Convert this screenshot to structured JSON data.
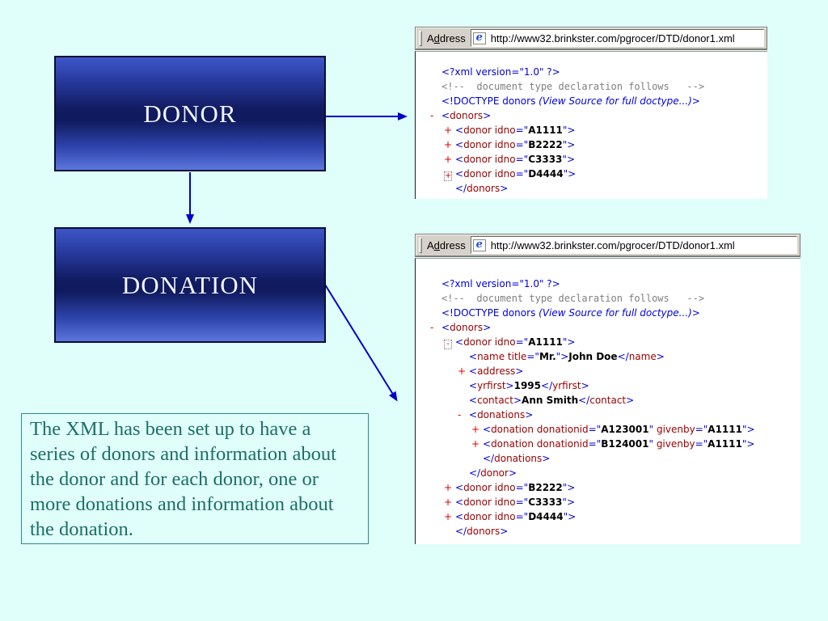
{
  "colors": {
    "slide_bg": "#E0FEFA",
    "arrow": "#0000C8",
    "xml_blue": "#0000D8",
    "xml_maroon": "#990000",
    "xml_red": "#DD0000",
    "xml_gray": "#7F7F7F",
    "note_text": "#1C6F67",
    "note_border": "#2E8B85"
  },
  "diagram": {
    "boxes": [
      {
        "id": "donor",
        "label": "DONOR"
      },
      {
        "id": "donation",
        "label": "DONATION"
      }
    ]
  },
  "note": {
    "text": "The XML has been set up to have a series of donors and information about the donor and for each donor, one or more donations and information about the donation."
  },
  "windows": [
    {
      "address": {
        "pre": "A",
        "accel": "d",
        "post": "dress"
      },
      "icon": "internet-explorer-logo-icon",
      "icon_glyph": "e",
      "url": "http://www32.brinkster.com/pgrocer/DTD/donor1.xml",
      "xml_lines": [
        {
          "lvl": 0,
          "marker": null,
          "segs": [
            {
              "c": "b",
              "t": "<?xml version=\"1.0\" ?>"
            }
          ]
        },
        {
          "lvl": 0,
          "marker": null,
          "segs": [
            {
              "c": "g",
              "t": "<!--  document type declaration follows   -->"
            }
          ]
        },
        {
          "lvl": 0,
          "marker": null,
          "segs": [
            {
              "c": "b",
              "t": "<!DOCTYPE donors "
            },
            {
              "c": "bi",
              "t": "(View Source for full doctype...)"
            },
            {
              "c": "b",
              "t": ">"
            }
          ]
        },
        {
          "lvl": 0,
          "marker": "-",
          "segs": [
            {
              "c": "b",
              "t": "<"
            },
            {
              "c": "m",
              "t": "donors"
            },
            {
              "c": "b",
              "t": ">"
            }
          ]
        },
        {
          "lvl": 1,
          "marker": "+",
          "segs": [
            {
              "c": "b",
              "t": "<"
            },
            {
              "c": "m",
              "t": "donor idno"
            },
            {
              "c": "b",
              "t": "=\""
            },
            {
              "c": "k",
              "t": "A1111"
            },
            {
              "c": "b",
              "t": "\">"
            }
          ]
        },
        {
          "lvl": 1,
          "marker": "+",
          "segs": [
            {
              "c": "b",
              "t": "<"
            },
            {
              "c": "m",
              "t": "donor idno"
            },
            {
              "c": "b",
              "t": "=\""
            },
            {
              "c": "k",
              "t": "B2222"
            },
            {
              "c": "b",
              "t": "\">"
            }
          ]
        },
        {
          "lvl": 1,
          "marker": "+",
          "segs": [
            {
              "c": "b",
              "t": "<"
            },
            {
              "c": "m",
              "t": "donor idno"
            },
            {
              "c": "b",
              "t": "=\""
            },
            {
              "c": "k",
              "t": "C3333"
            },
            {
              "c": "b",
              "t": "\">"
            }
          ]
        },
        {
          "lvl": 1,
          "marker": "+box",
          "segs": [
            {
              "c": "b",
              "t": "<"
            },
            {
              "c": "m",
              "t": "donor idno"
            },
            {
              "c": "b",
              "t": "=\""
            },
            {
              "c": "k",
              "t": "D4444"
            },
            {
              "c": "b",
              "t": "\">"
            }
          ]
        },
        {
          "lvl": 1,
          "marker": null,
          "segs": [
            {
              "c": "b",
              "t": "</"
            },
            {
              "c": "m",
              "t": "donors"
            },
            {
              "c": "b",
              "t": ">"
            }
          ]
        }
      ]
    },
    {
      "address": {
        "pre": "A",
        "accel": "d",
        "post": "dress"
      },
      "icon": "internet-explorer-logo-icon",
      "icon_glyph": "e",
      "url": "http://www32.brinkster.com/pgrocer/DTD/donor1.xml",
      "xml_lines": [
        {
          "lvl": 0,
          "marker": null,
          "segs": [
            {
              "c": "b",
              "t": "<?xml version=\"1.0\" ?>"
            }
          ]
        },
        {
          "lvl": 0,
          "marker": null,
          "segs": [
            {
              "c": "g",
              "t": "<!--  document type declaration follows   -->"
            }
          ]
        },
        {
          "lvl": 0,
          "marker": null,
          "segs": [
            {
              "c": "b",
              "t": "<!DOCTYPE donors "
            },
            {
              "c": "bi",
              "t": "(View Source for full doctype...)"
            },
            {
              "c": "b",
              "t": ">"
            }
          ]
        },
        {
          "lvl": 0,
          "marker": "-",
          "segs": [
            {
              "c": "b",
              "t": "<"
            },
            {
              "c": "m",
              "t": "donors"
            },
            {
              "c": "b",
              "t": ">"
            }
          ]
        },
        {
          "lvl": 1,
          "marker": "-box",
          "segs": [
            {
              "c": "b",
              "t": "<"
            },
            {
              "c": "m",
              "t": "donor idno"
            },
            {
              "c": "b",
              "t": "=\""
            },
            {
              "c": "k",
              "t": "A1111"
            },
            {
              "c": "b",
              "t": "\">"
            }
          ]
        },
        {
          "lvl": 2,
          "marker": null,
          "segs": [
            {
              "c": "b",
              "t": "<"
            },
            {
              "c": "m",
              "t": "name title"
            },
            {
              "c": "b",
              "t": "=\""
            },
            {
              "c": "k",
              "t": "Mr."
            },
            {
              "c": "b",
              "t": "\">"
            },
            {
              "c": "k",
              "t": "John Doe"
            },
            {
              "c": "b",
              "t": "</"
            },
            {
              "c": "m",
              "t": "name"
            },
            {
              "c": "b",
              "t": ">"
            }
          ]
        },
        {
          "lvl": 2,
          "marker": "+",
          "segs": [
            {
              "c": "b",
              "t": "<"
            },
            {
              "c": "m",
              "t": "address"
            },
            {
              "c": "b",
              "t": ">"
            }
          ]
        },
        {
          "lvl": 2,
          "marker": null,
          "segs": [
            {
              "c": "b",
              "t": "<"
            },
            {
              "c": "m",
              "t": "yrfirst"
            },
            {
              "c": "b",
              "t": ">"
            },
            {
              "c": "k",
              "t": "1995"
            },
            {
              "c": "b",
              "t": "</"
            },
            {
              "c": "m",
              "t": "yrfirst"
            },
            {
              "c": "b",
              "t": ">"
            }
          ]
        },
        {
          "lvl": 2,
          "marker": null,
          "segs": [
            {
              "c": "b",
              "t": "<"
            },
            {
              "c": "m",
              "t": "contact"
            },
            {
              "c": "b",
              "t": ">"
            },
            {
              "c": "k",
              "t": "Ann Smith"
            },
            {
              "c": "b",
              "t": "</"
            },
            {
              "c": "m",
              "t": "contact"
            },
            {
              "c": "b",
              "t": ">"
            }
          ]
        },
        {
          "lvl": 2,
          "marker": "-",
          "segs": [
            {
              "c": "b",
              "t": "<"
            },
            {
              "c": "m",
              "t": "donations"
            },
            {
              "c": "b",
              "t": ">"
            }
          ]
        },
        {
          "lvl": 3,
          "marker": "+",
          "segs": [
            {
              "c": "b",
              "t": "<"
            },
            {
              "c": "m",
              "t": "donation donationid"
            },
            {
              "c": "b",
              "t": "=\""
            },
            {
              "c": "k",
              "t": "A123001"
            },
            {
              "c": "b",
              "t": "\" "
            },
            {
              "c": "m",
              "t": "givenby"
            },
            {
              "c": "b",
              "t": "=\""
            },
            {
              "c": "k",
              "t": "A1111"
            },
            {
              "c": "b",
              "t": "\">"
            }
          ]
        },
        {
          "lvl": 3,
          "marker": "+",
          "segs": [
            {
              "c": "b",
              "t": "<"
            },
            {
              "c": "m",
              "t": "donation donationid"
            },
            {
              "c": "b",
              "t": "=\""
            },
            {
              "c": "k",
              "t": "B124001"
            },
            {
              "c": "b",
              "t": "\" "
            },
            {
              "c": "m",
              "t": "givenby"
            },
            {
              "c": "b",
              "t": "=\""
            },
            {
              "c": "k",
              "t": "A1111"
            },
            {
              "c": "b",
              "t": "\">"
            }
          ]
        },
        {
          "lvl": 3,
          "marker": null,
          "segs": [
            {
              "c": "b",
              "t": "</"
            },
            {
              "c": "m",
              "t": "donations"
            },
            {
              "c": "b",
              "t": ">"
            }
          ]
        },
        {
          "lvl": 2,
          "marker": null,
          "segs": [
            {
              "c": "b",
              "t": "</"
            },
            {
              "c": "m",
              "t": "donor"
            },
            {
              "c": "b",
              "t": ">"
            }
          ]
        },
        {
          "lvl": 1,
          "marker": "+",
          "segs": [
            {
              "c": "b",
              "t": "<"
            },
            {
              "c": "m",
              "t": "donor idno"
            },
            {
              "c": "b",
              "t": "=\""
            },
            {
              "c": "k",
              "t": "B2222"
            },
            {
              "c": "b",
              "t": "\">"
            }
          ]
        },
        {
          "lvl": 1,
          "marker": "+",
          "segs": [
            {
              "c": "b",
              "t": "<"
            },
            {
              "c": "m",
              "t": "donor idno"
            },
            {
              "c": "b",
              "t": "=\""
            },
            {
              "c": "k",
              "t": "C3333"
            },
            {
              "c": "b",
              "t": "\">"
            }
          ]
        },
        {
          "lvl": 1,
          "marker": "+",
          "segs": [
            {
              "c": "b",
              "t": "<"
            },
            {
              "c": "m",
              "t": "donor idno"
            },
            {
              "c": "b",
              "t": "=\""
            },
            {
              "c": "k",
              "t": "D4444"
            },
            {
              "c": "b",
              "t": "\">"
            }
          ]
        },
        {
          "lvl": 1,
          "marker": null,
          "segs": [
            {
              "c": "b",
              "t": "</"
            },
            {
              "c": "m",
              "t": "donors"
            },
            {
              "c": "b",
              "t": ">"
            }
          ]
        }
      ]
    }
  ]
}
